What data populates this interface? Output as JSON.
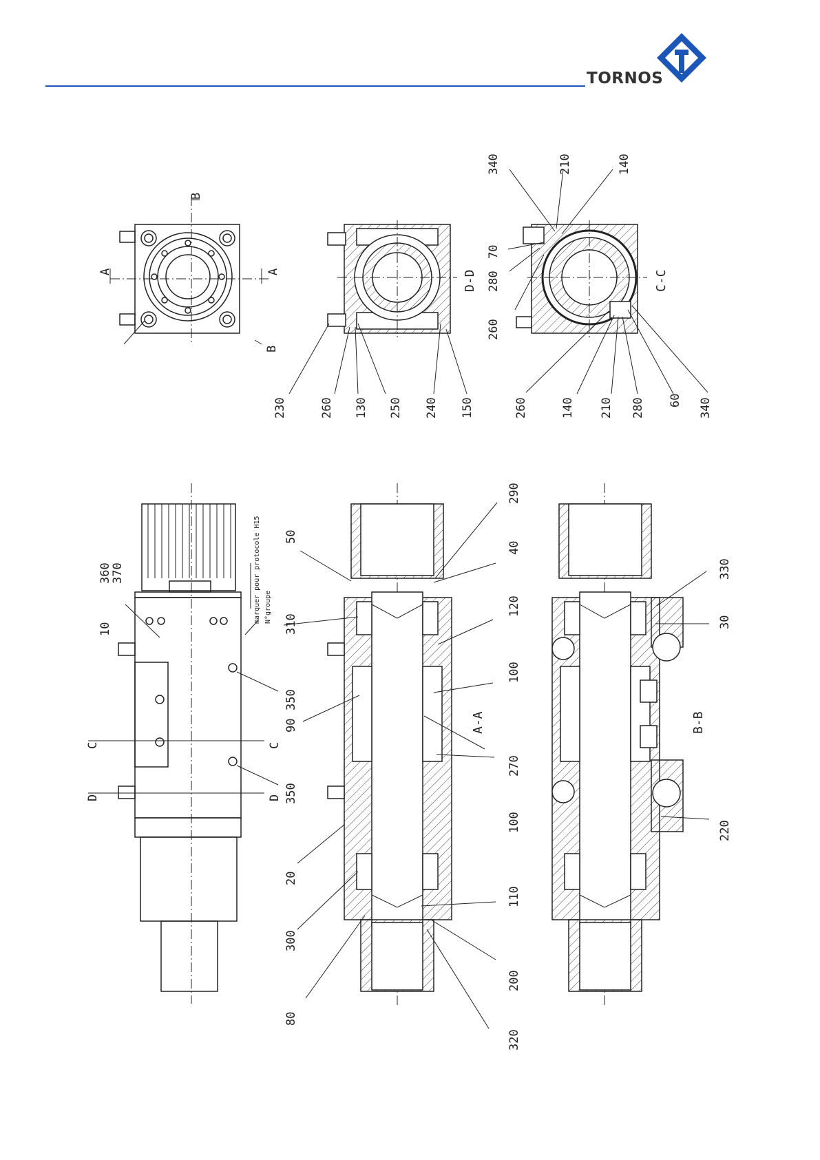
{
  "header": {
    "brand": "TORNOS",
    "accent_color": "#1a55b7",
    "logo_color": "#1a55b7"
  },
  "drawing": {
    "top_view": {
      "section_marks": [
        "A",
        "A",
        "B",
        "B"
      ]
    },
    "section_dd": {
      "title": "D-D",
      "callouts": [
        "230",
        "260",
        "130",
        "250",
        "240",
        "150"
      ]
    },
    "section_cc": {
      "title": "C-C",
      "callouts_top": [
        "340",
        "210",
        "140",
        "70",
        "280",
        "260"
      ],
      "callouts_bottom": [
        "260",
        "140",
        "210",
        "280",
        "60",
        "340"
      ]
    },
    "side_view": {
      "callouts": [
        "360",
        "370",
        "10",
        "350",
        "350"
      ],
      "section_marks": [
        "C",
        "C",
        "D",
        "D"
      ],
      "note_line1": "marquer pour protocole H15",
      "note_line2": "N°groupe"
    },
    "section_aa": {
      "title": "A-A",
      "callouts_left": [
        "50",
        "310",
        "90",
        "20",
        "300",
        "80"
      ],
      "callouts_right": [
        "290",
        "40",
        "120",
        "100",
        "270",
        "100",
        "110",
        "200",
        "320"
      ]
    },
    "section_bb": {
      "title": "B-B",
      "callouts": [
        "330",
        "30",
        "220"
      ]
    }
  }
}
